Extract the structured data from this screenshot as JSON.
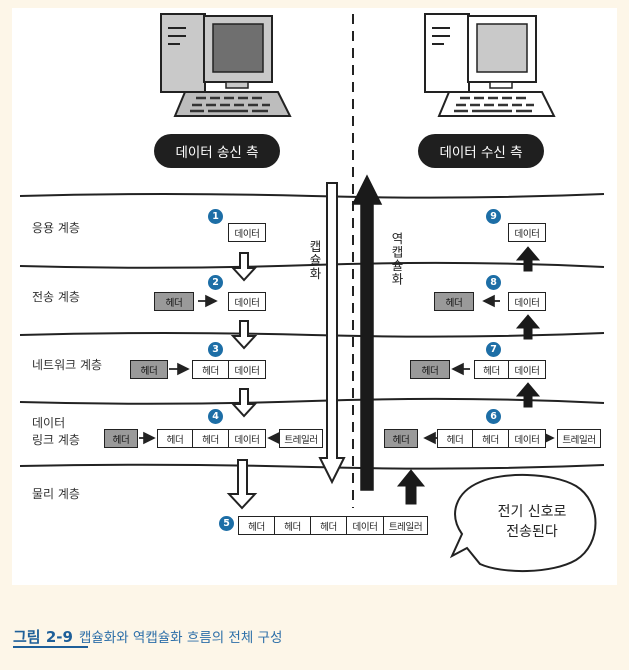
{
  "pills": {
    "sender": "데이터 송신 측",
    "receiver": "데이터 수신 측"
  },
  "layers": {
    "application": "응용 계층",
    "transport": "전송 계층",
    "network": "네트워크 계층",
    "datalink_1": "데이터",
    "datalink_2": "링크 계층",
    "physical": "물리 계층"
  },
  "steps": [
    "1",
    "2",
    "3",
    "4",
    "5",
    "6",
    "7",
    "8",
    "9"
  ],
  "vertical": {
    "encapsulation": "캡슐화",
    "decapsulation": "역캡슐화"
  },
  "box_labels": {
    "data": "데이터",
    "header": "헤더",
    "trailer": "트레일러"
  },
  "bubble": {
    "line1": "전기 신호로",
    "line2": "전송된다"
  },
  "caption": {
    "number": "그림 2-9",
    "text": "캡슐화와 역캡슐화 흐름의 전체 구성"
  }
}
